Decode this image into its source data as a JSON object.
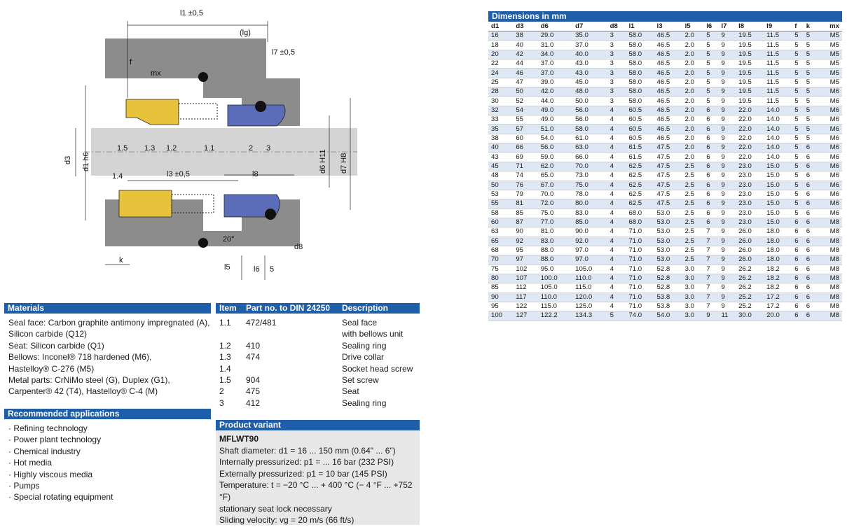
{
  "drawing": {
    "labels": {
      "l1": "l1 ±0,5",
      "lg": "(lg)",
      "l7": "l7 ±0,5",
      "f": "f",
      "mx": "mx",
      "p15": "1.5",
      "p13": "1.3",
      "p12": "1.2",
      "p11": "1.1",
      "p2": "2",
      "p3": "3",
      "p14": "1.4",
      "d3": "d3",
      "d1": "d1 h6",
      "l3": "l3 ±0,5",
      "l8": "l8",
      "d6": "d6 H11",
      "d7": "d7 H8",
      "angle": "20°",
      "k": "k",
      "l5": "l5",
      "l6": "l6",
      "five": "5",
      "d8": "d8"
    }
  },
  "materials": {
    "title": "Materials",
    "lines": [
      "Seal face: Carbon graphite antimony impregnated (A),",
      "Silicon carbide (Q12)",
      "Seat: Silicon carbide (Q1)",
      "Bellows: Inconel® 718 hardened (M6),",
      "Hastelloy® C-276 (M5)",
      "Metal parts: CrNiMo steel (G), Duplex (G1),",
      "Carpenter® 42 (T4), Hastelloy® C-4 (M)"
    ]
  },
  "applications": {
    "title": "Recommended applications",
    "items": [
      "· Refining technology",
      "· Power plant technology",
      "· Chemical industry",
      "· Hot media",
      "· Highly viscous media",
      "· Pumps",
      "· Special rotating equipment"
    ]
  },
  "items": {
    "headers": [
      "Item",
      "Part no. to DIN 24250",
      "Description"
    ],
    "rows": [
      [
        "1.1",
        "472/481",
        "Seal face"
      ],
      [
        "",
        "",
        "with bellows unit"
      ],
      [
        "1.2",
        "410",
        "Sealing ring"
      ],
      [
        "1.3",
        "474",
        "Drive collar"
      ],
      [
        "1.4",
        "",
        "Socket head screw"
      ],
      [
        "1.5",
        "904",
        "Set screw"
      ],
      [
        "2",
        "475",
        "Seat"
      ],
      [
        "3",
        "412",
        "Sealing ring"
      ]
    ]
  },
  "variant": {
    "title": "Product variant",
    "name": "MFLWT90",
    "lines": [
      "Shaft diameter: d1 = 16 ... 150 mm (0.64\" ... 6\")",
      "Internally pressurized: p1 = ... 16 bar (232 PSI)",
      "Externally pressurized: p1 = 10 bar (145 PSI)",
      "Temperature: t = −20 °C ... + 400 °C (− 4 °F ... +752 °F)",
      "stationary seat lock necessary",
      "Sliding velocity: vg = 20 m/s (66 ft/s)"
    ]
  },
  "dimensions": {
    "title": "Dimensions in mm",
    "headers": [
      "d1",
      "d3",
      "d6",
      "d7",
      "d8",
      "l1",
      "l3",
      "l5",
      "l6",
      "l7",
      "l8",
      "l9",
      "f",
      "k",
      "mx"
    ],
    "rows": [
      [
        "16",
        "38",
        "29.0",
        "35.0",
        "3",
        "58.0",
        "46.5",
        "2.0",
        "5",
        "9",
        "19.5",
        "11.5",
        "5",
        "5",
        "M5"
      ],
      [
        "18",
        "40",
        "31.0",
        "37.0",
        "3",
        "58.0",
        "46.5",
        "2.0",
        "5",
        "9",
        "19.5",
        "11.5",
        "5",
        "5",
        "M5"
      ],
      [
        "20",
        "42",
        "34.0",
        "40.0",
        "3",
        "58.0",
        "46.5",
        "2.0",
        "5",
        "9",
        "19.5",
        "11.5",
        "5",
        "5",
        "M5"
      ],
      [
        "22",
        "44",
        "37.0",
        "43.0",
        "3",
        "58.0",
        "46.5",
        "2.0",
        "5",
        "9",
        "19.5",
        "11.5",
        "5",
        "5",
        "M5"
      ],
      [
        "24",
        "46",
        "37.0",
        "43.0",
        "3",
        "58.0",
        "46.5",
        "2.0",
        "5",
        "9",
        "19.5",
        "11.5",
        "5",
        "5",
        "M5"
      ],
      [
        "25",
        "47",
        "39.0",
        "45.0",
        "3",
        "58.0",
        "46.5",
        "2.0",
        "5",
        "9",
        "19.5",
        "11.5",
        "5",
        "5",
        "M5"
      ],
      [
        "28",
        "50",
        "42.0",
        "48.0",
        "3",
        "58.0",
        "46.5",
        "2.0",
        "5",
        "9",
        "19.5",
        "11.5",
        "5",
        "5",
        "M6"
      ],
      [
        "30",
        "52",
        "44.0",
        "50.0",
        "3",
        "58.0",
        "46.5",
        "2.0",
        "5",
        "9",
        "19.5",
        "11.5",
        "5",
        "5",
        "M6"
      ],
      [
        "32",
        "54",
        "49.0",
        "56.0",
        "4",
        "60.5",
        "46.5",
        "2.0",
        "6",
        "9",
        "22.0",
        "14.0",
        "5",
        "5",
        "M6"
      ],
      [
        "33",
        "55",
        "49.0",
        "56.0",
        "4",
        "60.5",
        "46.5",
        "2.0",
        "6",
        "9",
        "22.0",
        "14.0",
        "5",
        "5",
        "M6"
      ],
      [
        "35",
        "57",
        "51.0",
        "58.0",
        "4",
        "60.5",
        "46.5",
        "2.0",
        "6",
        "9",
        "22.0",
        "14.0",
        "5",
        "5",
        "M6"
      ],
      [
        "38",
        "60",
        "54.0",
        "61.0",
        "4",
        "60.5",
        "46.5",
        "2.0",
        "6",
        "9",
        "22.0",
        "14.0",
        "5",
        "5",
        "M6"
      ],
      [
        "40",
        "66",
        "56.0",
        "63.0",
        "4",
        "61.5",
        "47.5",
        "2.0",
        "6",
        "9",
        "22.0",
        "14.0",
        "5",
        "6",
        "M6"
      ],
      [
        "43",
        "69",
        "59.0",
        "66.0",
        "4",
        "61.5",
        "47.5",
        "2.0",
        "6",
        "9",
        "22.0",
        "14.0",
        "5",
        "6",
        "M6"
      ],
      [
        "45",
        "71",
        "62.0",
        "70.0",
        "4",
        "62.5",
        "47.5",
        "2.5",
        "6",
        "9",
        "23.0",
        "15.0",
        "5",
        "6",
        "M6"
      ],
      [
        "48",
        "74",
        "65.0",
        "73.0",
        "4",
        "62.5",
        "47.5",
        "2.5",
        "6",
        "9",
        "23.0",
        "15.0",
        "5",
        "6",
        "M6"
      ],
      [
        "50",
        "76",
        "67.0",
        "75.0",
        "4",
        "62.5",
        "47.5",
        "2.5",
        "6",
        "9",
        "23.0",
        "15.0",
        "5",
        "6",
        "M6"
      ],
      [
        "53",
        "79",
        "70.0",
        "78.0",
        "4",
        "62.5",
        "47.5",
        "2.5",
        "6",
        "9",
        "23.0",
        "15.0",
        "5",
        "6",
        "M6"
      ],
      [
        "55",
        "81",
        "72.0",
        "80.0",
        "4",
        "62.5",
        "47.5",
        "2.5",
        "6",
        "9",
        "23.0",
        "15.0",
        "5",
        "6",
        "M6"
      ],
      [
        "58",
        "85",
        "75.0",
        "83.0",
        "4",
        "68.0",
        "53.0",
        "2.5",
        "6",
        "9",
        "23.0",
        "15.0",
        "5",
        "6",
        "M6"
      ],
      [
        "60",
        "87",
        "77.0",
        "85.0",
        "4",
        "68.0",
        "53.0",
        "2.5",
        "6",
        "9",
        "23.0",
        "15.0",
        "6",
        "6",
        "M8"
      ],
      [
        "63",
        "90",
        "81.0",
        "90.0",
        "4",
        "71.0",
        "53.0",
        "2.5",
        "7",
        "9",
        "26.0",
        "18.0",
        "6",
        "6",
        "M8"
      ],
      [
        "65",
        "92",
        "83.0",
        "92.0",
        "4",
        "71.0",
        "53.0",
        "2.5",
        "7",
        "9",
        "26.0",
        "18.0",
        "6",
        "6",
        "M8"
      ],
      [
        "68",
        "95",
        "88.0",
        "97.0",
        "4",
        "71.0",
        "53.0",
        "2.5",
        "7",
        "9",
        "26.0",
        "18.0",
        "6",
        "6",
        "M8"
      ],
      [
        "70",
        "97",
        "88.0",
        "97.0",
        "4",
        "71.0",
        "53.0",
        "2.5",
        "7",
        "9",
        "26.0",
        "18.0",
        "6",
        "6",
        "M8"
      ],
      [
        "75",
        "102",
        "95.0",
        "105.0",
        "4",
        "71.0",
        "52.8",
        "3.0",
        "7",
        "9",
        "26.2",
        "18.2",
        "6",
        "6",
        "M8"
      ],
      [
        "80",
        "107",
        "100.0",
        "110.0",
        "4",
        "71.0",
        "52.8",
        "3.0",
        "7",
        "9",
        "26.2",
        "18.2",
        "6",
        "6",
        "M8"
      ],
      [
        "85",
        "112",
        "105.0",
        "115.0",
        "4",
        "71.0",
        "52.8",
        "3.0",
        "7",
        "9",
        "26.2",
        "18.2",
        "6",
        "6",
        "M8"
      ],
      [
        "90",
        "117",
        "110.0",
        "120.0",
        "4",
        "71.0",
        "53.8",
        "3.0",
        "7",
        "9",
        "25.2",
        "17.2",
        "6",
        "6",
        "M8"
      ],
      [
        "95",
        "122",
        "115.0",
        "125.0",
        "4",
        "71.0",
        "53.8",
        "3.0",
        "7",
        "9",
        "25.2",
        "17.2",
        "6",
        "6",
        "M8"
      ],
      [
        "100",
        "127",
        "122.2",
        "134.3",
        "5",
        "74.0",
        "54.0",
        "3.0",
        "9",
        "11",
        "30.0",
        "20.0",
        "6",
        "6",
        "M8"
      ]
    ]
  },
  "colors": {
    "header_bg": "#1f5ea8",
    "row_alt": "#dde8f4",
    "variant_bg": "#e7e7e7",
    "housing": "#8c8c8c",
    "shaft": "#d4d4d4",
    "brass": "#e8c23a",
    "seat": "#5b6db8"
  }
}
